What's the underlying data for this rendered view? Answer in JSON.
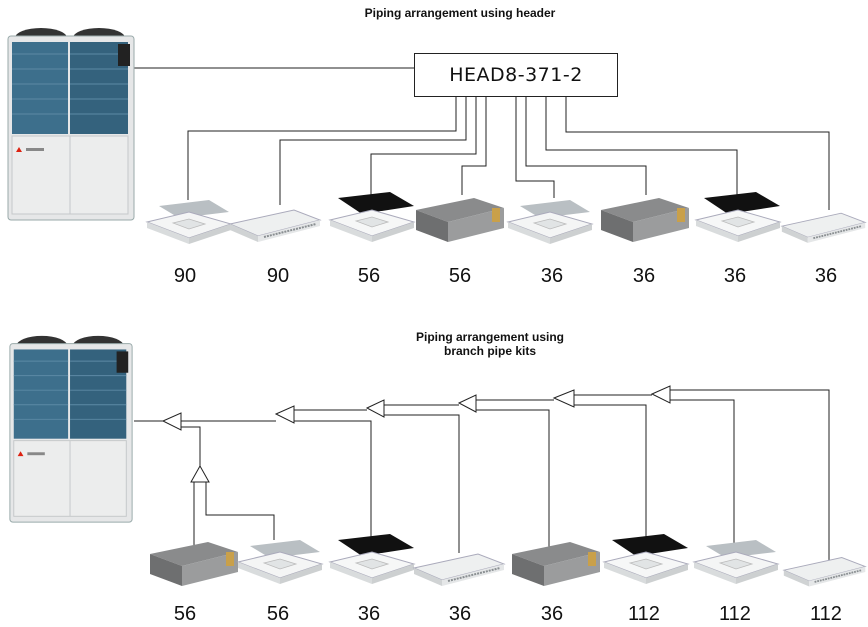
{
  "top": {
    "title": "Piping arrangement using header",
    "header_label": "HEAD8-371-2",
    "units": [
      "90",
      "90",
      "56",
      "56",
      "36",
      "36",
      "36",
      "36"
    ]
  },
  "bottom": {
    "title_line1": "Piping arrangement using",
    "title_line2": "branch pipe kits",
    "units": [
      "56",
      "56",
      "36",
      "36",
      "36",
      "112",
      "112",
      "112"
    ]
  },
  "colors": {
    "outdoor_body": "#e6e7e8",
    "outdoor_coil": "#3d6f8c",
    "line": "#222222"
  },
  "icons": {
    "outdoor": "outdoor-unit-icon",
    "cassette": "cassette-unit-icon",
    "ceiling": "ceiling-unit-icon",
    "ducted": "ducted-unit-icon"
  }
}
